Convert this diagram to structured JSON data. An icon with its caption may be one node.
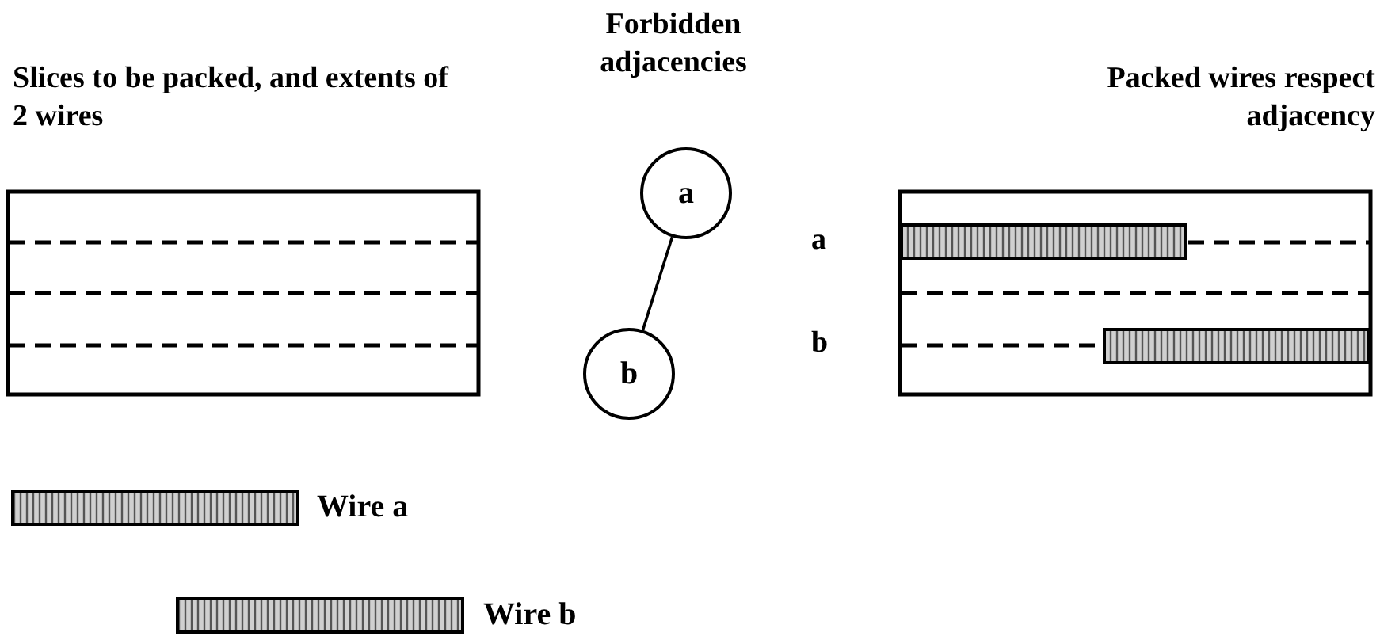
{
  "diagram": {
    "nodes": [
      {
        "text": [
          "a"
        ]
      },
      {
        "text": [
          "b"
        ]
      },
      {
        "text": [],
        "shape": "bar"
      },
      {
        "text": [],
        "shape": "bar"
      },
      {
        "text": [],
        "shape": "bar",
        "beside": [
          "Wire a"
        ]
      },
      {
        "text": [],
        "shape": "bar",
        "beside": [
          "Wire b"
        ]
      }
    ],
    "edges": [
      {
        "from": 0,
        "to": 1,
        "arrow": "none"
      }
    ],
    "labels": [
      "Slices to be packed, and extents of 2 wires",
      "Forbidden adjacencies",
      "Packed wires respect adjacency",
      "a",
      "b"
    ]
  }
}
